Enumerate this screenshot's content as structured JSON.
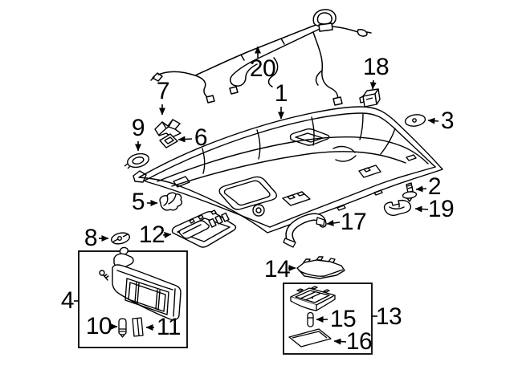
{
  "diagram": {
    "description": "Exploded interior roof trim parts diagram with numbered callouts",
    "colors": {
      "background": "#ffffff",
      "line": "#000000",
      "text": "#000000"
    },
    "callouts": [
      {
        "number": "1",
        "arrow_direction": "down"
      },
      {
        "number": "2",
        "arrow_direction": "left"
      },
      {
        "number": "3",
        "arrow_direction": "left"
      },
      {
        "number": "4",
        "arrow_direction": "none"
      },
      {
        "number": "5",
        "arrow_direction": "right"
      },
      {
        "number": "6",
        "arrow_direction": "left"
      },
      {
        "number": "7",
        "arrow_direction": "down"
      },
      {
        "number": "8",
        "arrow_direction": "right"
      },
      {
        "number": "9",
        "arrow_direction": "down"
      },
      {
        "number": "10",
        "arrow_direction": "right"
      },
      {
        "number": "11",
        "arrow_direction": "left"
      },
      {
        "number": "12",
        "arrow_direction": "right"
      },
      {
        "number": "13",
        "arrow_direction": "none"
      },
      {
        "number": "14",
        "arrow_direction": "right"
      },
      {
        "number": "15",
        "arrow_direction": "left"
      },
      {
        "number": "16",
        "arrow_direction": "left"
      },
      {
        "number": "17",
        "arrow_direction": "left"
      },
      {
        "number": "18",
        "arrow_direction": "down"
      },
      {
        "number": "19",
        "arrow_direction": "left"
      },
      {
        "number": "20",
        "arrow_direction": "up"
      }
    ],
    "group_boxes": [
      {
        "callout": "4",
        "contains": [
          "10",
          "11"
        ]
      },
      {
        "callout": "13",
        "contains": [
          "15",
          "16"
        ]
      }
    ]
  }
}
